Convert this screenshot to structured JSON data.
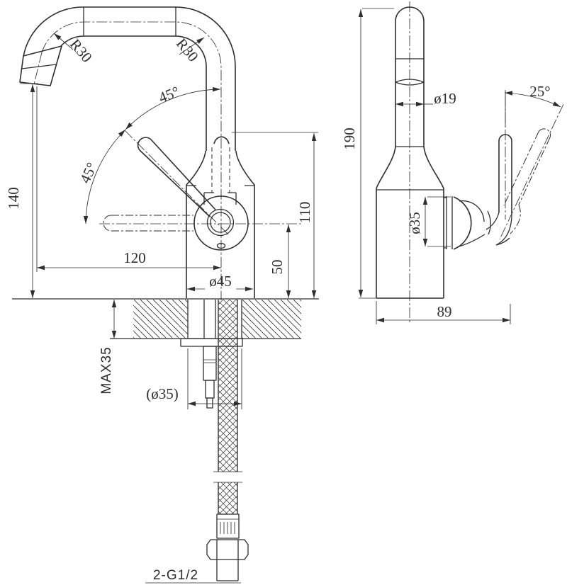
{
  "drawing": {
    "colors": {
      "line": "#2e2e2e",
      "background": "#ffffff"
    },
    "front_view": {
      "labels": {
        "height_140": "140",
        "reach_120": "120",
        "body_height_110": "110",
        "pivot_height_50": "50",
        "base_diameter": "ø45",
        "max_counter_thickness": "MAX35",
        "mounting_hole": "(ø35)",
        "radius_left": "R30",
        "radius_right": "R30",
        "handle_angle_upper": "45°",
        "handle_angle_lower": "45°",
        "inlet_thread": "2-G1/2"
      }
    },
    "side_view": {
      "labels": {
        "total_height_190": "190",
        "spout_tube_diameter": "ø19",
        "handle_tilt_angle": "25°",
        "joint_diameter": "ø35",
        "depth_89": "89"
      }
    }
  }
}
